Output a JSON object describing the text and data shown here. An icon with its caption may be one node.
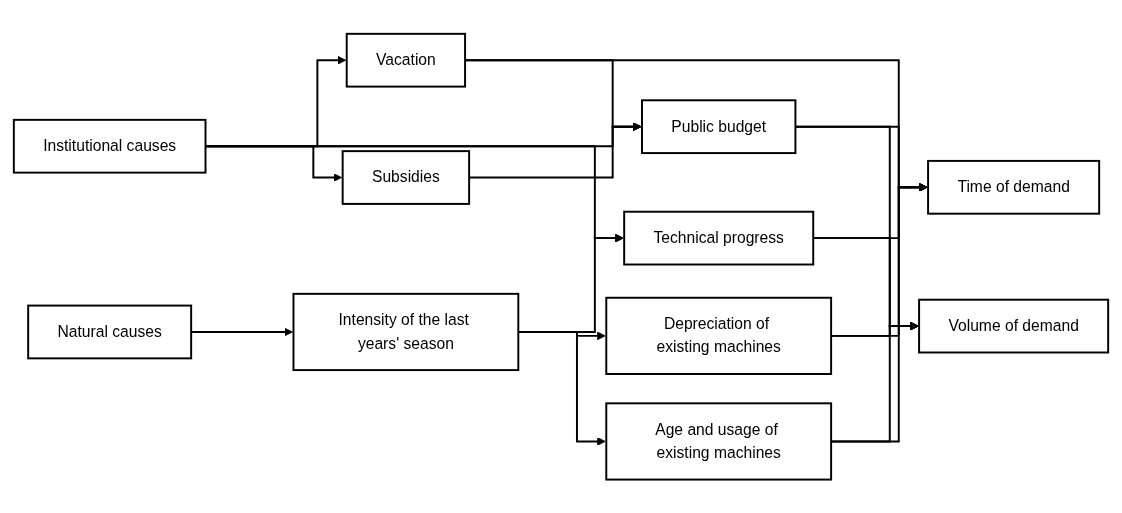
{
  "diagram": {
    "nodes": [
      {
        "text": [
          "Institutional causes"
        ]
      },
      {
        "text": [
          "Natural causes"
        ]
      },
      {
        "text": [
          "Subsidies"
        ]
      },
      {
        "text": [
          "Intensity of the last years' season"
        ]
      },
      {
        "text": [
          "Vacation"
        ]
      },
      {
        "text": [
          "Public budget"
        ]
      },
      {
        "text": [
          "Technical progress"
        ]
      },
      {
        "text": [
          "Depreciation of existing machines"
        ]
      },
      {
        "text": [
          "Age and usage of existing machines"
        ]
      },
      {
        "text": [
          "Time of demand"
        ]
      },
      {
        "text": [
          "Volume of demand"
        ]
      }
    ],
    "edges": [
      {
        "from": 0,
        "to": 4,
        "arrow": "to"
      },
      {
        "from": 0,
        "to": 5,
        "arrow": "to"
      },
      {
        "from": 0,
        "to": 2,
        "arrow": "to"
      },
      {
        "from": 0,
        "to": 6,
        "arrow": "to"
      },
      {
        "from": 2,
        "to": 5,
        "arrow": "to"
      },
      {
        "from": 1,
        "to": 3,
        "arrow": "to"
      },
      {
        "from": 3,
        "to": 6,
        "arrow": "to"
      },
      {
        "from": 3,
        "to": 7,
        "arrow": "to"
      },
      {
        "from": 3,
        "to": 8,
        "arrow": "to"
      },
      {
        "from": 4,
        "to": 5,
        "arrow": "to"
      },
      {
        "from": 4,
        "to": 9,
        "arrow": "to"
      },
      {
        "from": 5,
        "to": 9,
        "arrow": "to"
      },
      {
        "from": 5,
        "to": 10,
        "arrow": "to"
      },
      {
        "from": 6,
        "to": 9,
        "arrow": "to"
      },
      {
        "from": 6,
        "to": 10,
        "arrow": "to"
      },
      {
        "from": 7,
        "to": 9,
        "arrow": "to"
      },
      {
        "from": 7,
        "to": 10,
        "arrow": "to"
      },
      {
        "from": 8,
        "to": 9,
        "arrow": "to"
      },
      {
        "from": 8,
        "to": 10,
        "arrow": "to"
      }
    ]
  }
}
